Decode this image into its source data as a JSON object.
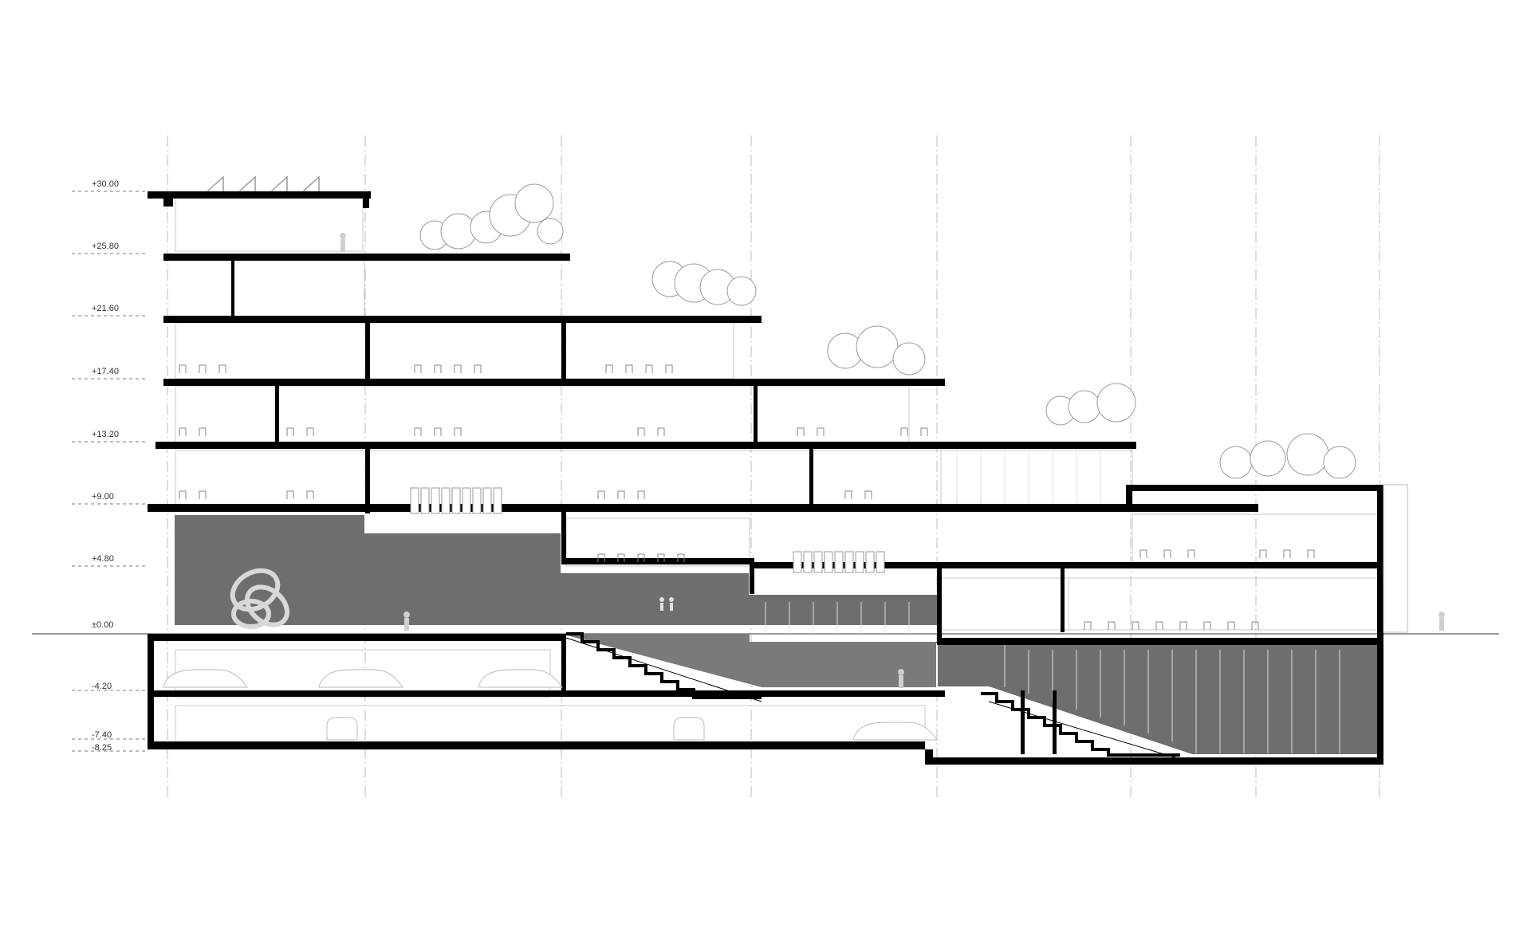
{
  "section": {
    "levels": [
      {
        "id": "roof",
        "label": "+30.00"
      },
      {
        "id": "l6",
        "label": "+25.80"
      },
      {
        "id": "l5",
        "label": "+21.60"
      },
      {
        "id": "l4",
        "label": "+17.40"
      },
      {
        "id": "l3",
        "label": "+13.20"
      },
      {
        "id": "l2",
        "label": "+9.00"
      },
      {
        "id": "l1",
        "label": "+4.80"
      },
      {
        "id": "ground",
        "label": "±0.00"
      },
      {
        "id": "b1",
        "label": "-4.20"
      },
      {
        "id": "b2",
        "label": "-7.40"
      },
      {
        "id": "b3",
        "label": "-8.25"
      }
    ]
  },
  "colors": {
    "structure": "#000000",
    "atrium_fill": "#6e6e6e",
    "stair_fill": "#8a8a8a",
    "linework": "#c8c8c8",
    "ground_line": "#9a9a9a"
  },
  "icons": [
    "tree-icon",
    "person-icon",
    "car-icon",
    "chair-icon",
    "sculpture-icon",
    "restroom-icon"
  ]
}
